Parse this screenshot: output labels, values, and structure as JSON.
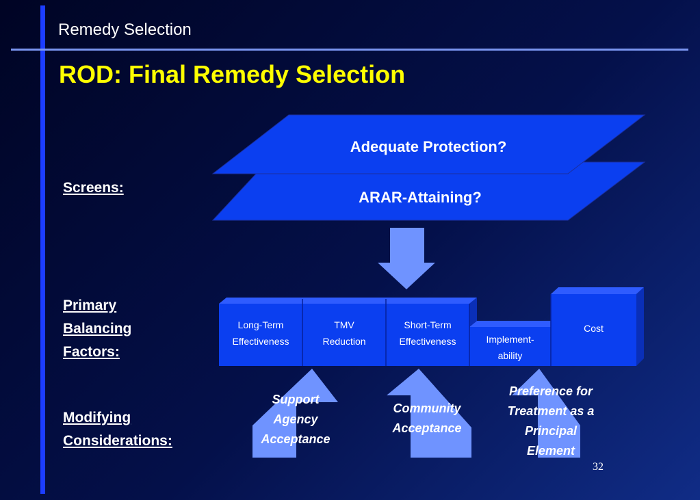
{
  "header": {
    "section_title": "Remedy Selection",
    "slide_title": "ROD: Final Remedy Selection"
  },
  "labels": {
    "screens": "Screens:",
    "primary_line1": "Primary",
    "primary_line2": "Balancing",
    "primary_line3": "Factors:",
    "modifying_line1": "Modifying",
    "modifying_line2": "Considerations:"
  },
  "screens": {
    "top_plane": "Adequate Protection?",
    "bottom_plane": "ARAR-Attaining?"
  },
  "factors": [
    {
      "line1": "Long-Term",
      "line2": "Effectiveness"
    },
    {
      "line1": "TMV",
      "line2": "Reduction"
    },
    {
      "line1": "Short-Term",
      "line2": "Effectiveness"
    },
    {
      "line1": "Implement-",
      "line2": "ability"
    },
    {
      "line1": "Cost",
      "line2": ""
    }
  ],
  "considerations": [
    {
      "lines": [
        "Support",
        "Agency",
        "Acceptance"
      ]
    },
    {
      "lines": [
        "Community",
        "Acceptance"
      ]
    },
    {
      "lines": [
        "Preference for",
        "Treatment as a",
        "Principal",
        "Element"
      ]
    }
  ],
  "page_number": "32",
  "colors": {
    "accent_bar": "#1c3dff",
    "title": "#ffff00",
    "plane_fill": "#0b3ff0",
    "arrow_fill": "#6f93ff"
  }
}
